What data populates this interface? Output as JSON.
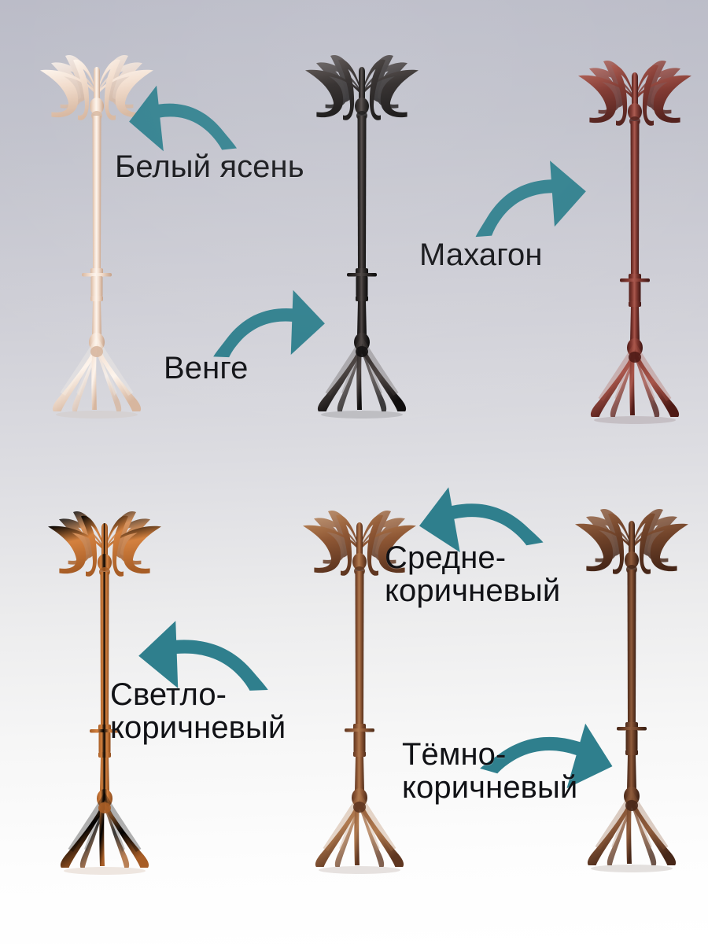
{
  "image": {
    "subject": "Напольная вешалка — варианты отделки",
    "layout": "2 ряда по 3 вешалки",
    "background": {
      "type": "vertical-gradient",
      "top_color": "#b9bac6",
      "bottom_color": "#ffffff"
    },
    "arrow_color": "#2f7f8d"
  },
  "items": [
    {
      "id": "belyy-yasen",
      "label": "Белый ясень",
      "label_lines": "Белый ясень",
      "color_main": "#f2ddcd",
      "color_shadow": "#d7b69e",
      "color_light": "#fdf4ec",
      "color_dark": "#c49f86",
      "arrow_direction": "left"
    },
    {
      "id": "venge",
      "label": "Венге",
      "label_lines": "Венге",
      "color_main": "#241f1e",
      "color_shadow": "#0c0a0a",
      "color_light": "#4a4240",
      "color_dark": "#000000",
      "arrow_direction": "right"
    },
    {
      "id": "mahagon",
      "label": "Махагон",
      "label_lines": "Махагон",
      "color_main": "#7d332b",
      "color_shadow": "#4e1a15",
      "color_light": "#a8554a",
      "color_dark": "#3a1210",
      "arrow_direction": "right"
    },
    {
      "id": "svetlo-korichnevyy",
      "label": "Светло-коричневый",
      "label_lines": "Светло-\nкоричневый",
      "color_main": "#d4813f",
      "color_shadow": "#a75d26",
      "color_light": "#edа972",
      "color_dark": "#8d4b1c",
      "arrow_direction": "left"
    },
    {
      "id": "sredne-korichnevyy",
      "label": "Средне-коричневый",
      "label_lines": "Средне-\nкоричневый",
      "color_main": "#8d5634",
      "color_shadow": "#5f3620",
      "color_light": "#b07a4f",
      "color_dark": "#4d2a17",
      "arrow_direction": "up-left"
    },
    {
      "id": "tyomno-korichnevyy",
      "label": "Тёмно-коричневый",
      "label_lines": "Тёмно-\nкоричневый",
      "color_main": "#6f4229",
      "color_shadow": "#472718",
      "color_light": "#8f5c3c",
      "color_dark": "#351c11",
      "arrow_direction": "down-right"
    }
  ]
}
